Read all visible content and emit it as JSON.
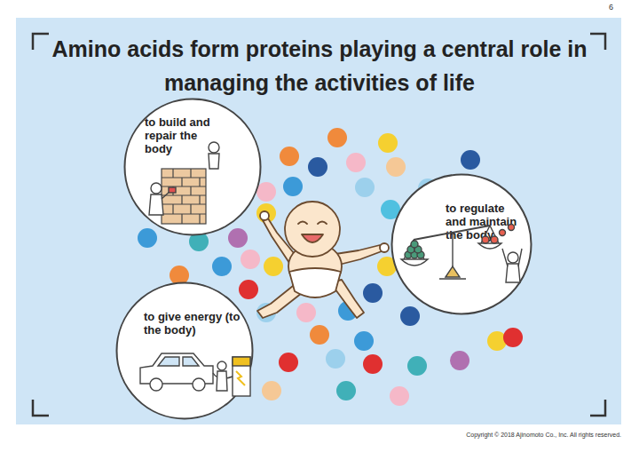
{
  "diagram": {
    "title": "Amino acids form proteins playing a central role in managing the activities of life",
    "nodes": [
      {
        "text": [
          "to build and repair the body"
        ]
      },
      {
        "text": [
          "to regulate and maintain the body"
        ]
      },
      {
        "text": [
          "to give energy (to the body)"
        ]
      }
    ],
    "labels": [
      "6",
      "Copyright © 2018 Ajinomoto Co., Inc. All rights reserved."
    ]
  }
}
